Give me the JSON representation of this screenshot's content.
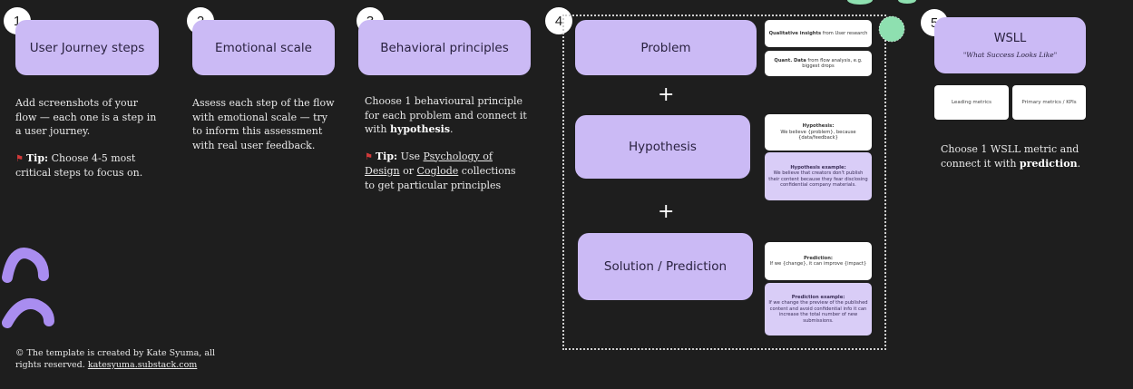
{
  "steps": [
    {
      "number": "1",
      "card": "User Journey steps"
    },
    {
      "number": "2",
      "card": "Emotional scale"
    },
    {
      "number": "3",
      "card": "Behavioral principles"
    },
    {
      "number": "4"
    },
    {
      "number": "5",
      "card": "WSLL",
      "subtitle": "\"What Success Looks Like\""
    }
  ],
  "step1": {
    "text": "Add screenshots of your flow — each one is a step in a user journey.",
    "tip_label": "Tip:",
    "tip_text": "Choose 4-5 most critical steps to focus on."
  },
  "step2": {
    "text": "Assess each step of the flow with emotional scale — try to inform this assessment with real user feedback."
  },
  "step3": {
    "text_a": "Choose 1 behavioural principle for each problem and connect it with",
    "text_bold": "hypothesis",
    "text_end": ".",
    "tip_label": "Tip:",
    "tip_use": "Use",
    "link1": "Psychology of Design",
    "tip_or": "or",
    "link2": "Coglode",
    "tip_end": "collections to get particular principles"
  },
  "step4": {
    "problem": "Problem",
    "hypothesis": "Hypothesis",
    "solution": "Solution / Prediction",
    "plus": "+",
    "notes": {
      "qual_bold": "Qualitative insights",
      "qual_rest": "from User research",
      "quant_bold": "Quant. Data",
      "quant_rest": "from flow analysis, e.g. biggest drops",
      "hyp_title": "Hypothesis:",
      "hyp_text": "We believe {problem}, because {data/feedback}",
      "hyp_ex_title": "Hypothesis example:",
      "hyp_ex_text": "We believe that creators don't publish their content because they fear disclosing confidential company materials.",
      "pred_title": "Prediction:",
      "pred_text": "If we {change}, it can improve {impact}",
      "pred_ex_title": "Prediction example:",
      "pred_ex_text": "If we change the preview of the published content and avoid confidential info it can increase the total number of new submissions."
    }
  },
  "step5": {
    "metric1": "Leading metrics",
    "metric2": "Primary metrics / KPIs",
    "text_a": "Choose 1 WSLL metric and connect it with",
    "text_bold": "prediction",
    "text_end": "."
  },
  "footer": {
    "copyright": "© The template is created by Kate Syuma, all rights reserved.",
    "link": "katesyuma.substack.com"
  },
  "colors": {
    "background": "#1e1e1e",
    "card": "#cbbaf5",
    "accent_purple": "#a98df0",
    "accent_green": "#8ee0b0"
  }
}
